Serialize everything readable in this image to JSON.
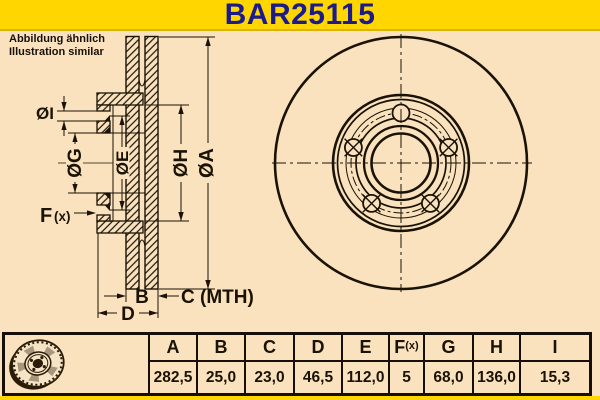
{
  "header": {
    "title": "BAR25115",
    "note_line1": "Abbildung ähnlich",
    "note_line2": "Illustration similar"
  },
  "drawing": {
    "dim_labels": {
      "a": "ØA",
      "h": "ØH",
      "e": "ØE",
      "g": "ØG",
      "i": "ØI",
      "f_main": "F",
      "f_sub": "(x)",
      "b": "B",
      "c": "C (MTH)",
      "d": "D"
    }
  },
  "table": {
    "headers": [
      "A",
      "B",
      "C",
      "D",
      "E",
      "F(x)",
      "G",
      "H",
      "I"
    ],
    "header_f_main": "F",
    "header_f_sub": "(x)",
    "values": [
      "282,5",
      "25,0",
      "23,0",
      "46,5",
      "112,0",
      "5",
      "68,0",
      "136,0",
      "15,3"
    ]
  },
  "colors": {
    "band_yellow": "#FFD600",
    "band_edge": "#D9B300",
    "background_tan": "#FAE2BE",
    "title_navy": "#1b1b8e",
    "line_black": "#1a1305"
  }
}
